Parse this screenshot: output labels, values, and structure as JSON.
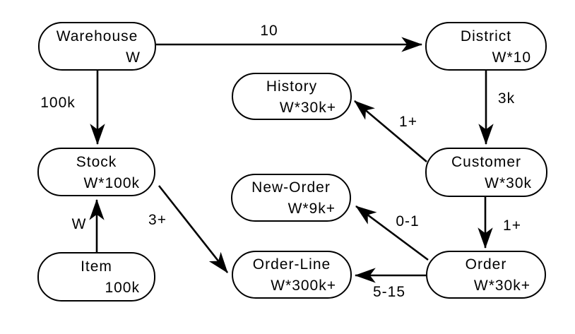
{
  "diagram": {
    "kind": "entity-relationship-schema",
    "colors": {
      "stroke": "#000000",
      "background": "#ffffff",
      "node_fill": "#ffffff",
      "text": "#000000"
    }
  },
  "nodes": {
    "warehouse": {
      "name": "Warehouse",
      "count": "W"
    },
    "district": {
      "name": "District",
      "count": "W*10"
    },
    "history": {
      "name": "History",
      "count": "W*30k+"
    },
    "stock": {
      "name": "Stock",
      "count": "W*100k"
    },
    "customer": {
      "name": "Customer",
      "count": "W*30k"
    },
    "new_order": {
      "name": "New-Order",
      "count": "W*9k+"
    },
    "item": {
      "name": "Item",
      "count": "100k"
    },
    "order_line": {
      "name": "Order-Line",
      "count": "W*300k+"
    },
    "order": {
      "name": "Order",
      "count": "W*30k+"
    }
  },
  "edges": {
    "warehouse_district": {
      "from": "Warehouse",
      "to": "District",
      "label": "10"
    },
    "warehouse_stock": {
      "from": "Warehouse",
      "to": "Stock",
      "label": "100k"
    },
    "district_customer": {
      "from": "District",
      "to": "Customer",
      "label": "3k"
    },
    "customer_history": {
      "from": "Customer",
      "to": "History",
      "label": "1+"
    },
    "customer_order": {
      "from": "Customer",
      "to": "Order",
      "label": "1+"
    },
    "item_stock": {
      "from": "Item",
      "to": "Stock",
      "label": "W"
    },
    "stock_order_line": {
      "from": "Stock",
      "to": "Order-Line",
      "label": "3+"
    },
    "order_new_order": {
      "from": "Order",
      "to": "New-Order",
      "label": "0-1"
    },
    "order_order_line": {
      "from": "Order",
      "to": "Order-Line",
      "label": "5-15"
    }
  }
}
